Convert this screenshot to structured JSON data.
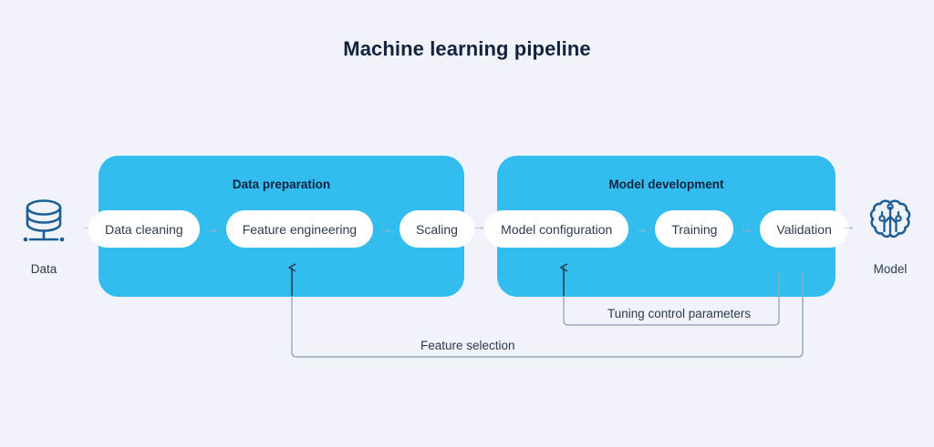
{
  "page": {
    "title": "Machine learning pipeline",
    "background_color": "#f0f3f9",
    "accent_color": "#33bdee",
    "text_color": "#13233f",
    "icon_color": "#1b5e96"
  },
  "endpoints": [
    {
      "id": "data",
      "label": "Data",
      "icon": "database-icon"
    },
    {
      "id": "model",
      "label": "Model",
      "icon": "brain-icon"
    }
  ],
  "stages": [
    {
      "id": "data-preparation",
      "title": "Data preparation",
      "steps": [
        {
          "label": "Data cleaning"
        },
        {
          "label": "Feature engineering"
        },
        {
          "label": "Scaling"
        }
      ]
    },
    {
      "id": "model-development",
      "title": "Model development",
      "steps": [
        {
          "label": "Model configuration"
        },
        {
          "label": "Training"
        },
        {
          "label": "Validation"
        }
      ]
    }
  ],
  "connectors": {
    "arrow_glyph": "→",
    "data_to_preparation": "→",
    "preparation_to_development": "→",
    "development_to_model": "→"
  },
  "feedback_loops": [
    {
      "id": "tuning",
      "label": "Tuning control parameters",
      "from": "Validation",
      "to": "Model configuration"
    },
    {
      "id": "feature-selection",
      "label": "Feature selection",
      "from": "Validation",
      "to": "Feature engineering"
    }
  ]
}
